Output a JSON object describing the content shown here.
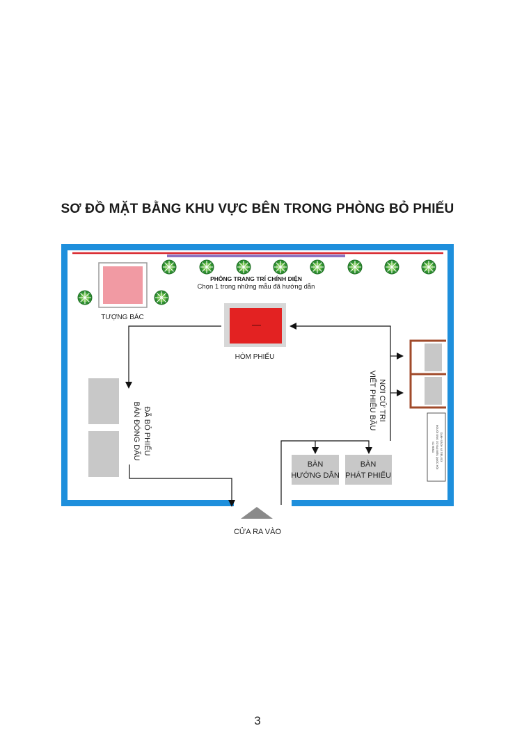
{
  "title": "SƠ ĐỒ MẶT BẰNG KHU VỰC BÊN TRONG PHÒNG BỎ PHIẾU",
  "page_number": "3",
  "decor": {
    "heading": "PHÔNG TRANG TRÍ CHÍNH DIỆN",
    "note": "Chọn 1 trong những mẫu đã hướng dẫn"
  },
  "labels": {
    "statue": "TƯỢNG BÁC",
    "ballot_box": "HÒM PHIẾU",
    "stamp_table_line1": "BÀN ĐÓNG DẤU",
    "stamp_table_line2": "ĐÃ BỎ PHIẾU",
    "booth_line1": "NƠI CỬ TRI",
    "booth_line2": "VIẾT PHIẾU BẦU",
    "guide_table_line1": "BÀN",
    "guide_table_line2": "HƯỚNG DẪN",
    "issue_table_line1": "BÀN",
    "issue_table_line2": "PHÁT PHIẾU",
    "door": "CỬA RA VÀO",
    "board_line1": "DANH SÁCH VÀ TIỂU SỬ",
    "board_line2": "NGƯỜI ỨNG CỬ ĐẠI BIỂU QUỐC HỘI",
    "board_line3": "VÀ HĐND"
  },
  "colors": {
    "wall": "#1e8fdc",
    "red_line": "#d8272d",
    "purple_line": "#8c72c0",
    "plant": "#3aa03e",
    "statue": "#f19aa3",
    "ballot_box": "#e32222",
    "table": "#c8c8c8",
    "booth_frame": "#a04a2a",
    "door": "#8a8a8a"
  },
  "icons": [
    "potted-plant-icon",
    "arrow-icon"
  ]
}
